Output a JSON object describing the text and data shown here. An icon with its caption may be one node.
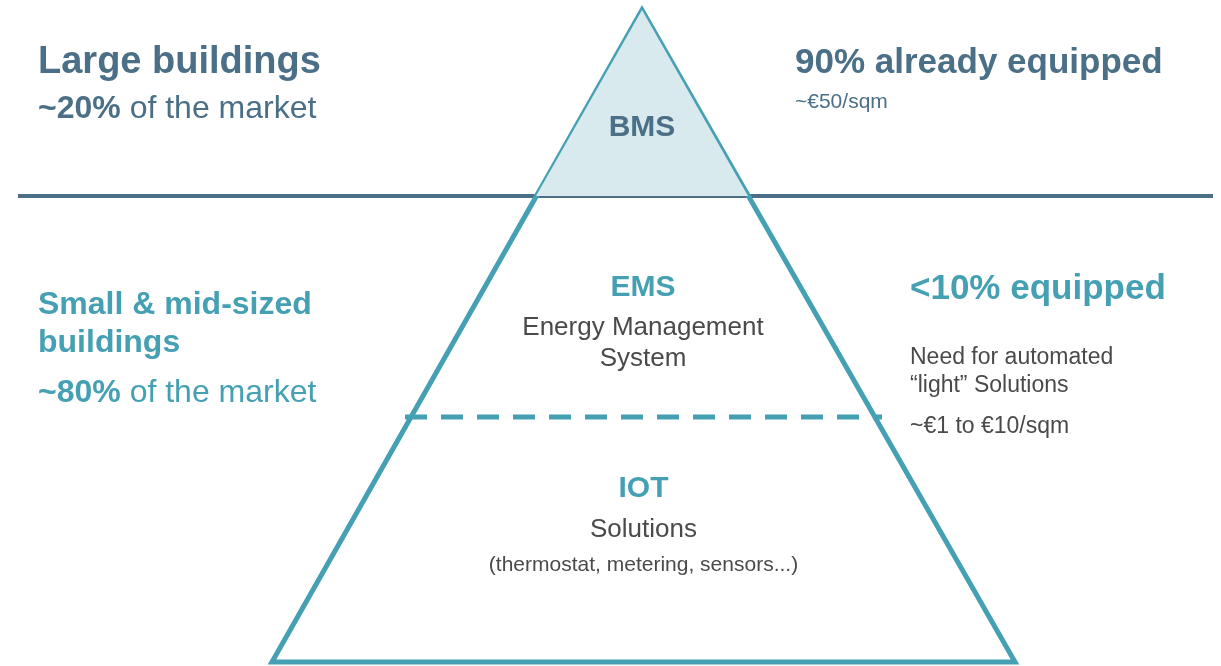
{
  "diagram": {
    "nodes": [
      {
        "text": [
          "BMS"
        ]
      },
      {
        "text": [
          "EMS",
          "Energy Management System"
        ]
      },
      {
        "text": [
          "IOT",
          "Solutions",
          "(thermostat, metering, sensors...)"
        ]
      }
    ],
    "labels": [
      "Large buildings",
      "**~20%** of the market",
      "90% already equipped",
      "~€50/sqm",
      "Small & mid-sized buildings",
      "**~80%** of the market",
      "<10% equipped",
      "Need for automated “light” Solutions",
      "~€1 to €10/sqm"
    ]
  }
}
